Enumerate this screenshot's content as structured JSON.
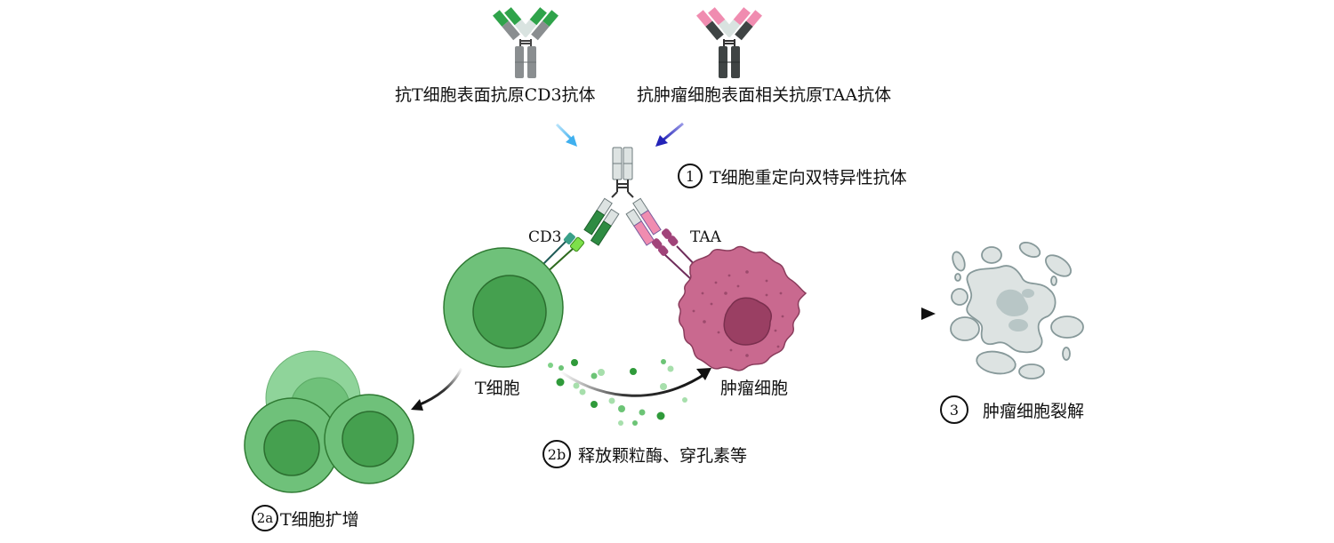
{
  "labels": {
    "anti_cd3": "抗T细胞表面抗原CD3抗体",
    "anti_taa": "抗肿瘤细胞表面相关抗原TAA抗体",
    "cd3": "CD3",
    "taa": "TAA",
    "t_cell": "T细胞",
    "tumor_cell": "肿瘤细胞"
  },
  "steps": [
    {
      "num": "1",
      "text": "T细胞重定向双特异性抗体"
    },
    {
      "num": "2a",
      "text": "T细胞扩增"
    },
    {
      "num": "2b",
      "text": "释放颗粒酶、穿孔素等"
    },
    {
      "num": "3",
      "text": "肿瘤细胞裂解"
    }
  ],
  "colors": {
    "t_cell_fill": "#6fc17a",
    "t_cell_nucleus": "#45a04f",
    "t_cell_stroke": "#2f7a33",
    "tumor_fill": "#c9698f",
    "tumor_nucleus": "#9a3f63",
    "tumor_stroke": "#8a3c5c",
    "lysed_fill": "#dde3e2",
    "lysed_stroke": "#87999a",
    "cd3_arm": "#2e8b42",
    "taa_arm": "#f08cb0",
    "arrow_light_blue": "#40b4ef",
    "arrow_dark_blue": "#2a2ac0"
  }
}
